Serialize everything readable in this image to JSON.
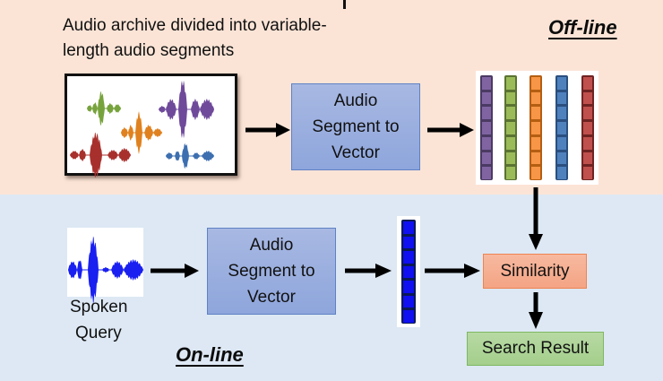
{
  "offline": {
    "label": "Off-line",
    "archive_caption_line1": "Audio archive divided into variable-",
    "archive_caption_line2": "length audio segments",
    "converter": {
      "line1": "Audio",
      "line2": "Segment to",
      "line3": "Vector"
    },
    "vector_colors": [
      {
        "name": "purple",
        "fill": "#8064a2",
        "border": "#4b3a63"
      },
      {
        "name": "green",
        "fill": "#9bbb59",
        "border": "#5a7331"
      },
      {
        "name": "orange",
        "fill": "#f79646",
        "border": "#b45e12"
      },
      {
        "name": "blue",
        "fill": "#4f81bd",
        "border": "#2a4f7f"
      },
      {
        "name": "red",
        "fill": "#c0504d",
        "border": "#6e2322"
      }
    ],
    "vector_cells": 7,
    "waveform_colors": {
      "green": "#77a33c",
      "orange": "#e0811f",
      "purple": "#6f4a9b",
      "red": "#a8302c",
      "blue": "#3d6fb0"
    }
  },
  "online": {
    "label": "On-line",
    "query_line1": "Spoken",
    "query_line2": "Query",
    "query_waveform_color": "#1a20f0",
    "converter": {
      "line1": "Audio",
      "line2": "Segment to",
      "line3": "Vector"
    },
    "query_vector": {
      "fill": "#1010f0",
      "border": "#0a1a55",
      "cells": 7
    },
    "similarity_label": "Similarity",
    "result_label": "Search Result"
  },
  "colors": {
    "offline_bg": "#fbe4d6",
    "online_bg": "#dde8f4",
    "arrow": "#000000"
  }
}
